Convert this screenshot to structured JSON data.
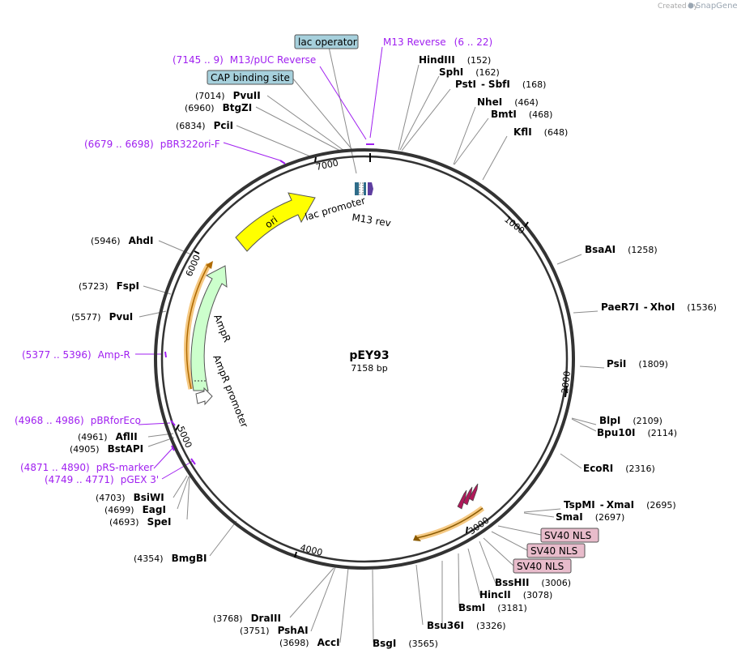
{
  "credit": {
    "created_by": "Created by",
    "brand": "SnapGene"
  },
  "plasmid": {
    "name": "pEY93",
    "length_label": "7158 bp"
  },
  "tick_labels": [
    "1000",
    "2000",
    "3000",
    "4000",
    "5000",
    "6000",
    "7000"
  ],
  "features": {
    "ori": "ori",
    "ampr": "AmpR",
    "ampr_promoter": "AmpR promoter",
    "lac_promoter": "lac promoter",
    "m13_rev": "M13 rev"
  },
  "colors": {
    "backbone": "#333333",
    "primer": "#a020f0",
    "ori_fill": "#ffff00",
    "ampr_fill": "#ccffcc",
    "highlight": "#f5c983",
    "lac_box": "#a6d0dc",
    "nls_box": "#e8bccb",
    "nls_arrow": "#b0185a"
  },
  "enzymes_right": [
    {
      "name": "HindIII",
      "pos": "(152)"
    },
    {
      "name": "SphI",
      "pos": "(162)"
    },
    {
      "name": "PstI",
      "name2": "SbfI",
      "pos": "(168)"
    },
    {
      "name": "NheI",
      "pos": "(464)"
    },
    {
      "name": "BmtI",
      "pos": "(468)"
    },
    {
      "name": "KflI",
      "pos": "(648)"
    },
    {
      "name": "BsaAI",
      "pos": "(1258)"
    },
    {
      "name": "PaeR7I",
      "name2": "XhoI",
      "pos": "(1536)"
    },
    {
      "name": "PsiI",
      "pos": "(1809)"
    },
    {
      "name": "BlpI",
      "pos": "(2109)"
    },
    {
      "name": "Bpu10I",
      "pos": "(2114)"
    },
    {
      "name": "EcoRI",
      "pos": "(2316)"
    },
    {
      "name": "TspMI",
      "name2": "XmaI",
      "pos": "(2695)"
    },
    {
      "name": "SmaI",
      "pos": "(2697)"
    },
    {
      "name": "BssHII",
      "pos": "(3006)"
    },
    {
      "name": "HincII",
      "pos": "(3078)"
    },
    {
      "name": "BsmI",
      "pos": "(3181)"
    },
    {
      "name": "Bsu36I",
      "pos": "(3326)"
    },
    {
      "name": "BsgI",
      "pos": "(3565)"
    }
  ],
  "enzymes_left": [
    {
      "name": "PvuII",
      "pos": "(7014)"
    },
    {
      "name": "BtgZI",
      "pos": "(6960)"
    },
    {
      "name": "PciI",
      "pos": "(6834)"
    },
    {
      "name": "AhdI",
      "pos": "(5946)"
    },
    {
      "name": "FspI",
      "pos": "(5723)"
    },
    {
      "name": "PvuI",
      "pos": "(5577)"
    },
    {
      "name": "AflII",
      "pos": "(4961)"
    },
    {
      "name": "BstAPI",
      "pos": "(4905)"
    },
    {
      "name": "BsiWI",
      "pos": "(4703)"
    },
    {
      "name": "EagI",
      "pos": "(4699)"
    },
    {
      "name": "SpeI",
      "pos": "(4693)"
    },
    {
      "name": "BmgBI",
      "pos": "(4354)"
    },
    {
      "name": "DraIII",
      "pos": "(3768)"
    },
    {
      "name": "PshAI",
      "pos": "(3751)"
    },
    {
      "name": "AccI",
      "pos": "(3698)"
    }
  ],
  "primers": [
    {
      "name": "M13 Reverse",
      "pos": "(6 .. 22)"
    },
    {
      "name": "M13/pUC Reverse",
      "pos": "(7145 .. 9)"
    },
    {
      "name": "pBR322ori-F",
      "pos": "(6679 .. 6698)"
    },
    {
      "name": "Amp-R",
      "pos": "(5377 .. 5396)"
    },
    {
      "name": "pBRforEco",
      "pos": "(4968 .. 4986)"
    },
    {
      "name": "pRS-marker",
      "pos": "(4871 .. 4890)"
    },
    {
      "name": "pGEX 3'",
      "pos": "(4749 .. 4771)"
    }
  ],
  "boxed_features": {
    "lac_operator": "lac operator",
    "cap_site": "CAP binding site",
    "nls": [
      "SV40 NLS",
      "SV40 NLS",
      "SV40 NLS"
    ]
  }
}
